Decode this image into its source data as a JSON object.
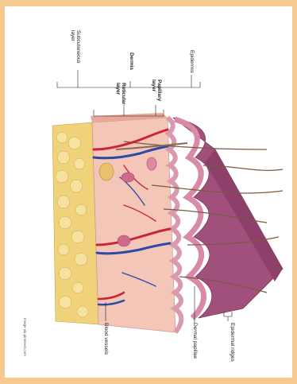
{
  "labels": {
    "subcutaneous_layer": "Subcutaneous\nlayer",
    "dermis": "Dermis",
    "epidermis": "Epidermis",
    "papillary_layer": "Papillary\nlayer",
    "reticular_layer": "Reticular\nlayer",
    "epidermal_ridges": "Epidermal ridges",
    "dermal_papillae": "Dermal papillae",
    "blood_vessels": "Blood vessels",
    "image_credit": "Image via pinterest.com"
  },
  "colors": {
    "border": "#f6c98f",
    "fat": "#f0d27a",
    "dermis": "#f3c6b8",
    "epidermis_top": "#a0507a",
    "epidermis_bottom": "#d88aa8",
    "artery": "#cc2233",
    "vein": "#2a4aa8"
  }
}
